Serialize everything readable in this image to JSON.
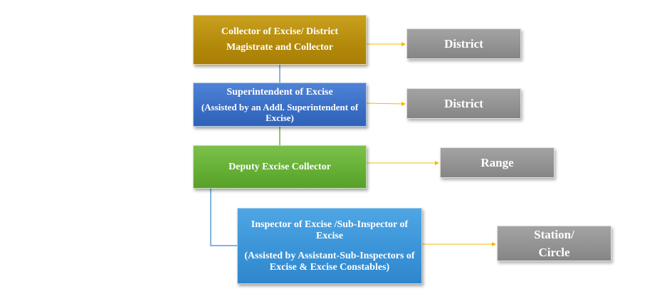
{
  "roles": {
    "collector": {
      "lines": [
        "Collector of Excise/ District",
        "Magistrate and Collector"
      ],
      "color": "#b58b0c"
    },
    "superintendent": {
      "title": "Superintendent of Excise",
      "note": "(Assisted by an Addl. Superintendent of Excise)",
      "color": "#3a6fc6"
    },
    "deputy": {
      "title": "Deputy Excise Collector",
      "color": "#66b036"
    },
    "inspector": {
      "title": "Inspector of Excise /Sub-Inspector of Excise",
      "note": "(Assisted by Assistant-Sub-Inspectors of Excise  &  Excise Constables)",
      "color": "#3b94d8"
    }
  },
  "levels": {
    "collector": "District",
    "superintendent": "District",
    "deputy": "Range",
    "inspector_lines": [
      "Station/",
      "Circle"
    ]
  },
  "colors": {
    "level_box": "#939393",
    "arrow": "#f5b800",
    "connector": "#5b9bd5"
  }
}
